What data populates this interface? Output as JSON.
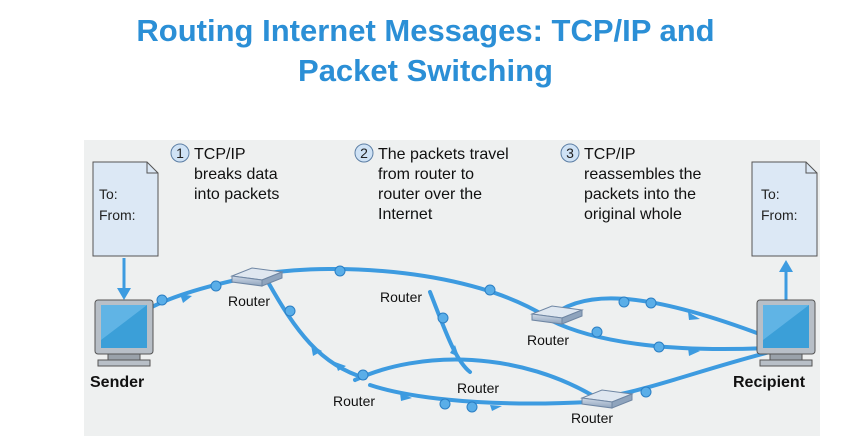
{
  "title_line1": "Routing Internet Messages: TCP/IP and",
  "title_line2": "Packet Switching",
  "steps": [
    {
      "num": "1",
      "lines": [
        "TCP/IP",
        "breaks data",
        "into packets"
      ]
    },
    {
      "num": "2",
      "lines": [
        "The packets travel",
        "from router to",
        "router over the",
        "Internet"
      ]
    },
    {
      "num": "3",
      "lines": [
        "TCP/IP",
        "reassembles the",
        "packets into the",
        "original whole"
      ]
    }
  ],
  "envelope": {
    "to": "To:",
    "from": "From:"
  },
  "router_label": "Router",
  "sender_label": "Sender",
  "recipient_label": "Recipient",
  "colors": {
    "title": "#2b8fd6",
    "path": "#3d9be0",
    "envelope": "#dce8f5"
  }
}
